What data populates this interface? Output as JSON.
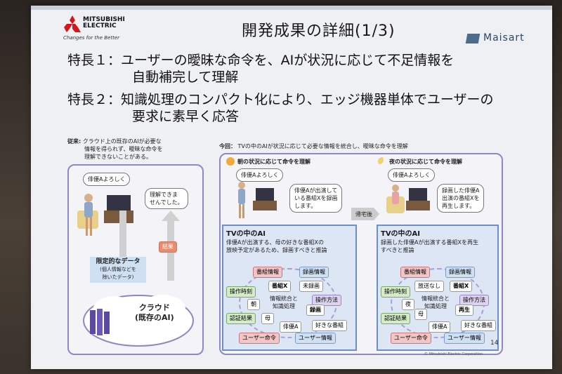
{
  "logo": {
    "name_line1": "MITSUBISHI",
    "name_line2": "ELECTRIC",
    "tagline": "Changes for the Better"
  },
  "title": "開発成果の詳細(1/3)",
  "brand": "Maisart",
  "features": [
    {
      "line1": "特長１：ユーザーの曖昧な命令を、AIが状況に応じて不足情報を",
      "line2": "自動補完して理解"
    },
    {
      "line1": "特長２：知識処理のコンパクト化により、エッジ機器単体でユーザーの",
      "line2": "要求に素早く応答"
    }
  ],
  "conventional": {
    "caption_label": "従来:",
    "caption_line1": "クラウド上の既存のAIが必要な",
    "caption_line2": "情報を得られず、曖昧な命令を",
    "caption_line3": "理解できないことがある。",
    "user_bubble": "俳優Aよろしく",
    "tv_bubble_line1": "理解できま",
    "tv_bubble_line2": "せんでした。",
    "result_label": "結果",
    "limited_data": "限定的なデータ",
    "limited_note_line1": "(個人情報などを",
    "limited_note_line2": "除いたデータ)",
    "cloud_line1": "クラウド",
    "cloud_line2": "(既存のAI)"
  },
  "current": {
    "caption_label": "今回：",
    "caption_text": "TVの中のAIが状況に応じて必要な情報を統合し、曖昧な命令を理解",
    "morning_title": "朝の状況に応じて命令を理解",
    "night_title": "夜の状況に応じて命令を理解",
    "morning_user": "俳優Aよろしく",
    "night_user": "俳優Aよろしく",
    "morning_reply_line1": "俳優Aが出演して",
    "morning_reply_line2": "いる番組Xを録画",
    "morning_reply_line3": "します。",
    "night_reply_line1": "録画した俳優A",
    "night_reply_line2": "出演の番組Xを",
    "night_reply_line3": "再生します。",
    "after_home": "帰宅後",
    "ai_title": "TVの中のAI",
    "morning_reason_line1": "俳優Aが出演する、母の好きな番組Xの",
    "morning_reason_line2": "放映予定があるため、録画すべきと推論",
    "night_reason_line1": "録画した俳優Aが出演する番組Xを再生",
    "night_reason_line2": "すべきと推論",
    "center_line1": "情報統合と",
    "center_line2": "知識処理",
    "chips": {
      "program_info": "番組情報",
      "recording_info": "録画情報",
      "op_time": "操作時刻",
      "program_x": "番組X",
      "not_recorded": "未録画",
      "morning": "朝",
      "night": "夜",
      "op_method": "操作方法",
      "record": "録画",
      "play": "再生",
      "not_aired": "放送なし",
      "auth_result": "認証結果",
      "mother": "母",
      "actor_a": "俳優A",
      "fav_program": "好きな番組",
      "user_command": "ユーザー命令",
      "user_info": "ユーザー情報"
    }
  },
  "page_number": "14",
  "copyright": "© Mitsubishi Electric Corporation"
}
